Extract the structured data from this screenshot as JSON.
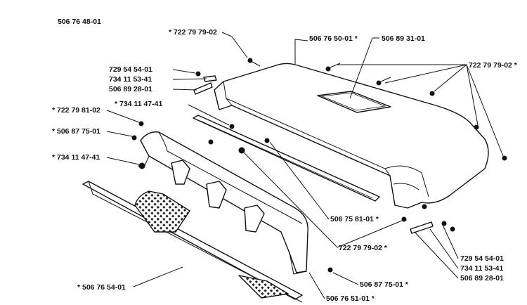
{
  "diagram": {
    "header_code": "506 76 48-01",
    "labels": {
      "top_screw": "* 722 79 79-02",
      "hood": "506 76 50-01  *",
      "hood_window": "506 89 31-01",
      "right_screws": "722 79 79-02  *",
      "left_a": "729 54 54-01",
      "left_b": "734 11 53-41",
      "left_c": "506 89 28-01",
      "mid_clip": "* 734 11 47-41",
      "left_d": "* 722 79 81-02",
      "left_e": "* 506 87 75-01",
      "left_f": "* 734 11 47-41",
      "rail": "506 75 81-01  *",
      "bottom_screw": "722 79 79-02  *",
      "right_a": "729 54 54-01",
      "right_b": "734 11 53-41",
      "right_c": "506 89 28-01",
      "bottom_mid": "506 87 75-01  *",
      "skirt": "506 76 51-01  *",
      "guard": "* 506 76 54-01"
    }
  }
}
